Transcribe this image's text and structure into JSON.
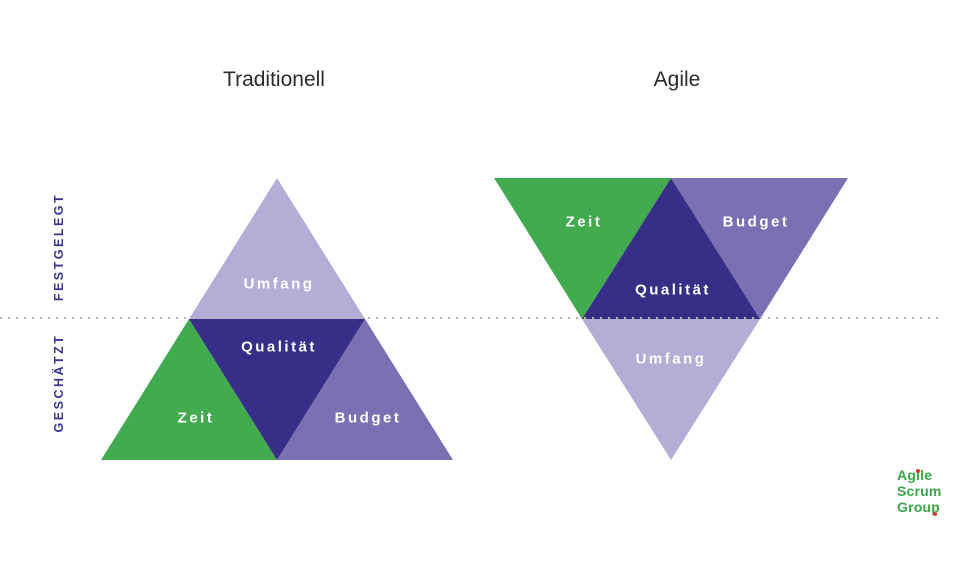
{
  "titles": {
    "left": "Traditionell",
    "right": "Agile"
  },
  "axis": {
    "fixed_label": "FESTGELEGT",
    "estimated_label": "GESCHÄTZT"
  },
  "diagram": {
    "traditional": {
      "top": "Umfang",
      "center": "Qualität",
      "bottom_left": "Zeit",
      "bottom_right": "Budget"
    },
    "agile": {
      "top_left": "Zeit",
      "top_right": "Budget",
      "center": "Qualität",
      "bottom": "Umfang"
    }
  },
  "colors": {
    "green": "#42aa4f",
    "dark_purple": "#372f87",
    "medium_purple": "#7b70b3",
    "light_purple": "#b4aed6",
    "label_text": "#ffffff",
    "side_label_text": "#3b3494",
    "title_text": "#2b2b2b",
    "dotted_line": "#b4b4bc",
    "logo_green": "#3aa647",
    "logo_accent_red": "#e03c31"
  },
  "logo": {
    "line1": "Agile",
    "line2": "Scrum",
    "line3": "Group"
  }
}
